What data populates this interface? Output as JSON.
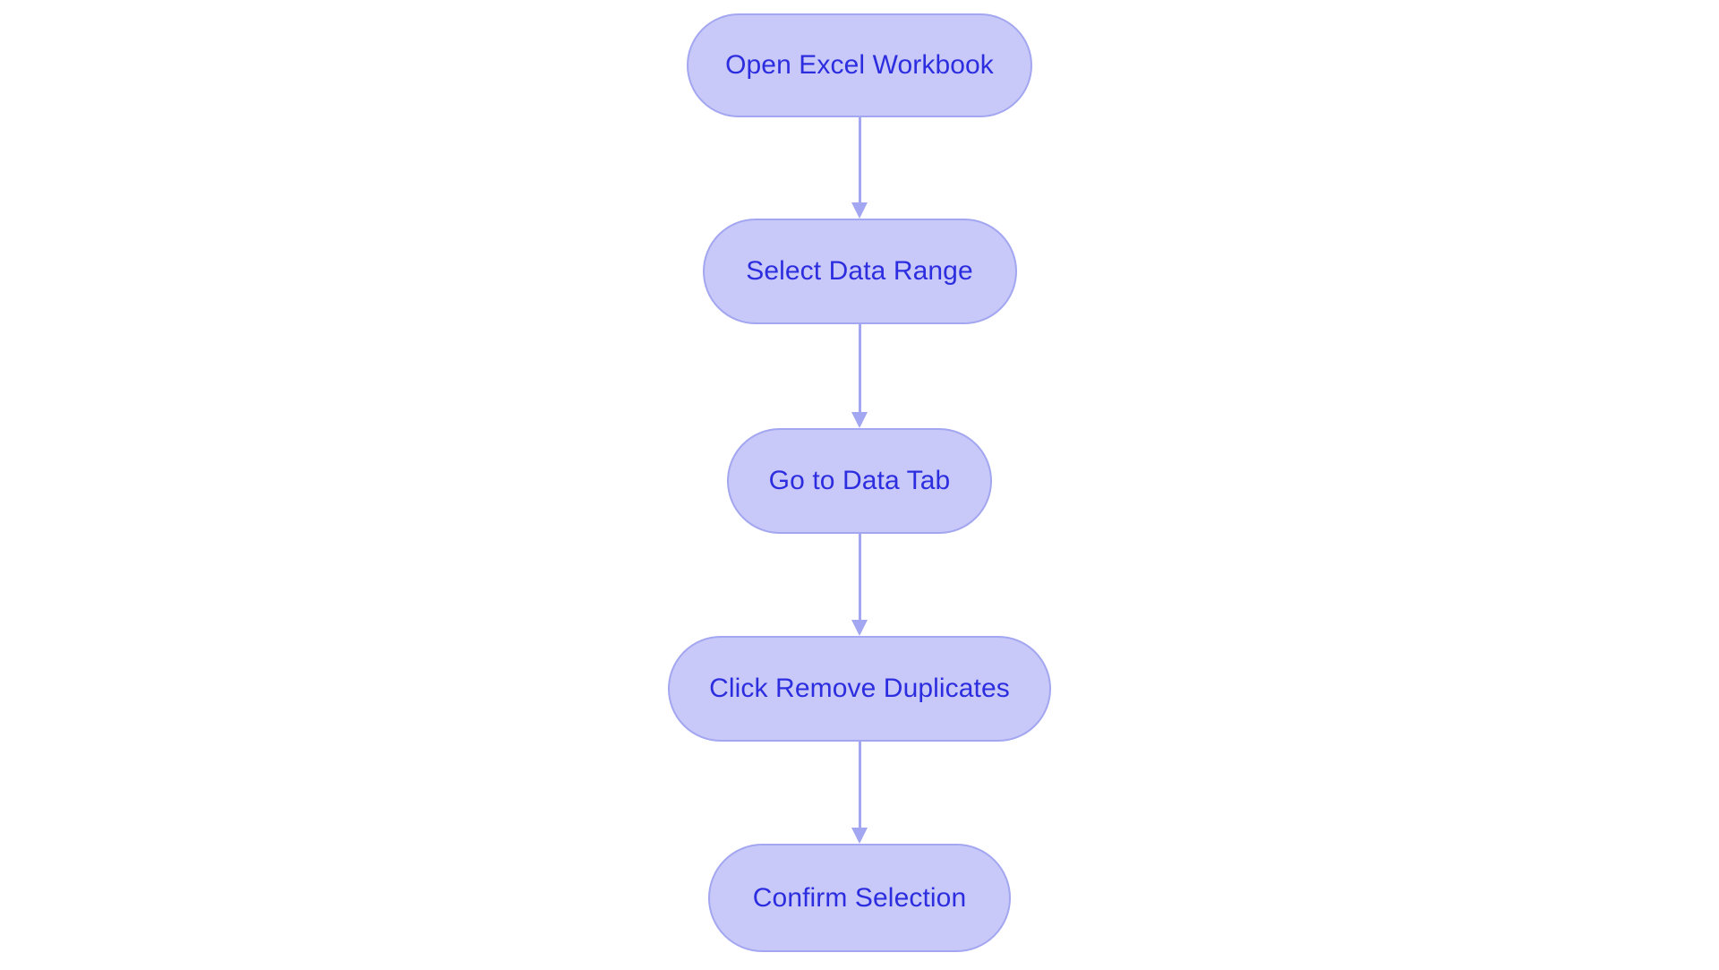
{
  "diagram": {
    "type": "flowchart",
    "orientation": "top-to-bottom",
    "background_color": "#ffffff",
    "node_fill_color": "#c8c9f8",
    "node_border_color": "#a3a6f0",
    "node_text_color": "#2d2de0",
    "connector_color": "#a3a6f0",
    "node_shape": "stadium",
    "nodes": [
      {
        "id": "n0",
        "label": "Open Excel Workbook"
      },
      {
        "id": "n1",
        "label": "Select Data Range"
      },
      {
        "id": "n2",
        "label": "Go to Data Tab"
      },
      {
        "id": "n3",
        "label": "Click Remove Duplicates"
      },
      {
        "id": "n4",
        "label": "Confirm Selection"
      }
    ],
    "edges": [
      {
        "from": "n0",
        "to": "n1",
        "arrow": "down-arrow"
      },
      {
        "from": "n1",
        "to": "n2",
        "arrow": "down-arrow"
      },
      {
        "from": "n2",
        "to": "n3",
        "arrow": "down-arrow"
      },
      {
        "from": "n3",
        "to": "n4",
        "arrow": "down-arrow"
      }
    ]
  }
}
